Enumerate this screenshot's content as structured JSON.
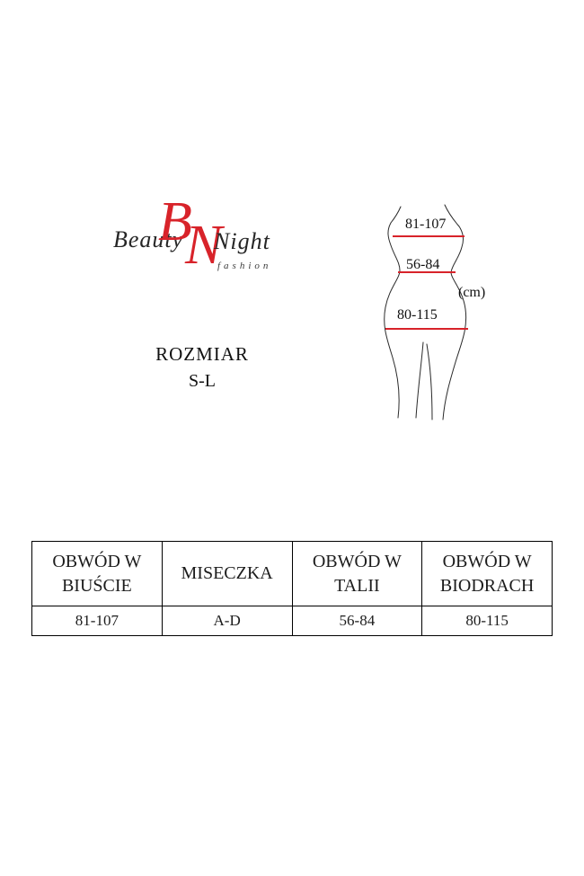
{
  "brand": {
    "word_left": "Beauty",
    "monogram_b": "B",
    "monogram_n": "N",
    "word_right": "Night",
    "subtitle": "fashion"
  },
  "size": {
    "label": "ROZMIAR",
    "value": "S-L"
  },
  "figure": {
    "bust_range": "81-107",
    "waist_range": "56-84",
    "hip_range": "80-115",
    "unit_label": "(cm)"
  },
  "size_table": {
    "columns": [
      {
        "header": "OBWÓD W BIUŚCIE",
        "value": "81-107"
      },
      {
        "header": "MISECZKA",
        "value": "A-D"
      },
      {
        "header": "OBWÓD W TALII",
        "value": "56-84"
      },
      {
        "header": "OBWÓD W BIODRACH",
        "value": "80-115"
      }
    ]
  },
  "colors": {
    "accent_red": "#d8232a",
    "text": "#1c1c1c"
  }
}
